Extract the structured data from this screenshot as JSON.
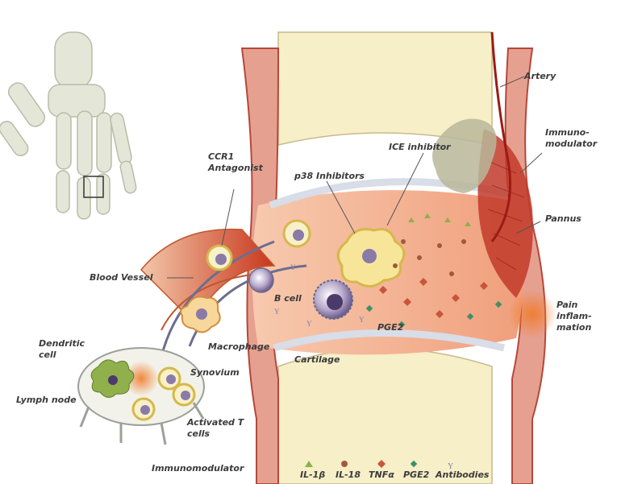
{
  "labels": {
    "artery": "Artery",
    "immunomodulator_right": "Immuno-\nmodulator",
    "pannus": "Pannus",
    "pain_inflammation": "Pain\ninflam-\nmation",
    "ccr1_antagonist": "CCR1\nAntagonist",
    "p38_inhibitors": "p38 Inhibitors",
    "ice_inhibitor": "ICE inhibitor",
    "blood_vessel": "Blood Vessel",
    "b_cell": "B cell",
    "pge2": "PGE2",
    "macrophage": "Macrophage",
    "cartilage": "Cartilage",
    "synovium": "Synovium",
    "dendritic_cell": "Dendritic\ncell",
    "lymph_node": "Lymph node",
    "activated_t_cells": "Activated T\ncells",
    "immunomodulator_bottom": "Immunomodulator"
  },
  "legend": {
    "items": [
      {
        "label": "IL-1β",
        "color": "#8fb04a"
      },
      {
        "label": "IL-18",
        "color": "#a05a3a"
      },
      {
        "label": "TNFα",
        "color": "#c8553a"
      },
      {
        "label": "PGE2",
        "color": "#3f8f6a"
      },
      {
        "label": "Antibodies",
        "color": "#7d7fa8"
      }
    ]
  },
  "colors": {
    "bone": "#f6efc8",
    "joint_fluid": "#f4b89a",
    "synovium": "#e89b86",
    "cartilage": "#d8dde8",
    "pannus": "#c23a2a",
    "vessel": "#d9502a"
  }
}
